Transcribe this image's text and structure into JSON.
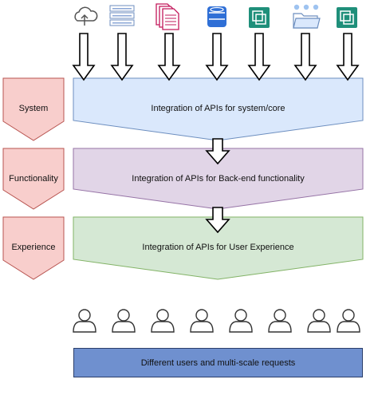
{
  "layers": [
    {
      "side_label": "System",
      "title": "Integration of APIs for system/core",
      "fill": "#dae8fc",
      "stroke": "#6c8ebf",
      "side_fill": "#f8cecc",
      "side_stroke": "#b85450"
    },
    {
      "side_label": "Functionality",
      "title": "Integration of APIs for Back-end functionality",
      "fill": "#e1d5e7",
      "stroke": "#9673a6",
      "side_fill": "#f8cecc",
      "side_stroke": "#b85450"
    },
    {
      "side_label": "Experience",
      "title": "Integration of APIs for User Experience",
      "fill": "#d5e8d4",
      "stroke": "#82b366",
      "side_fill": "#f8cecc",
      "side_stroke": "#b85450"
    }
  ],
  "sources": [
    {
      "icon": "cloud-upload-icon"
    },
    {
      "icon": "ip-address-list-icon"
    },
    {
      "icon": "documents-icon"
    },
    {
      "icon": "database-icon"
    },
    {
      "icon": "app-window-icon"
    },
    {
      "icon": "folders-icon"
    },
    {
      "icon": "app-window-icon"
    }
  ],
  "users": [
    {
      "icon": "user-icon"
    },
    {
      "icon": "user-icon"
    },
    {
      "icon": "user-icon"
    },
    {
      "icon": "user-icon"
    },
    {
      "icon": "user-icon"
    },
    {
      "icon": "user-icon"
    },
    {
      "icon": "user-icon"
    },
    {
      "icon": "user-icon"
    }
  ],
  "footer": {
    "label": "Different users and multi-scale requests"
  },
  "colors": {
    "banner": "#6f90cf",
    "arrow_stroke": "#000000"
  }
}
